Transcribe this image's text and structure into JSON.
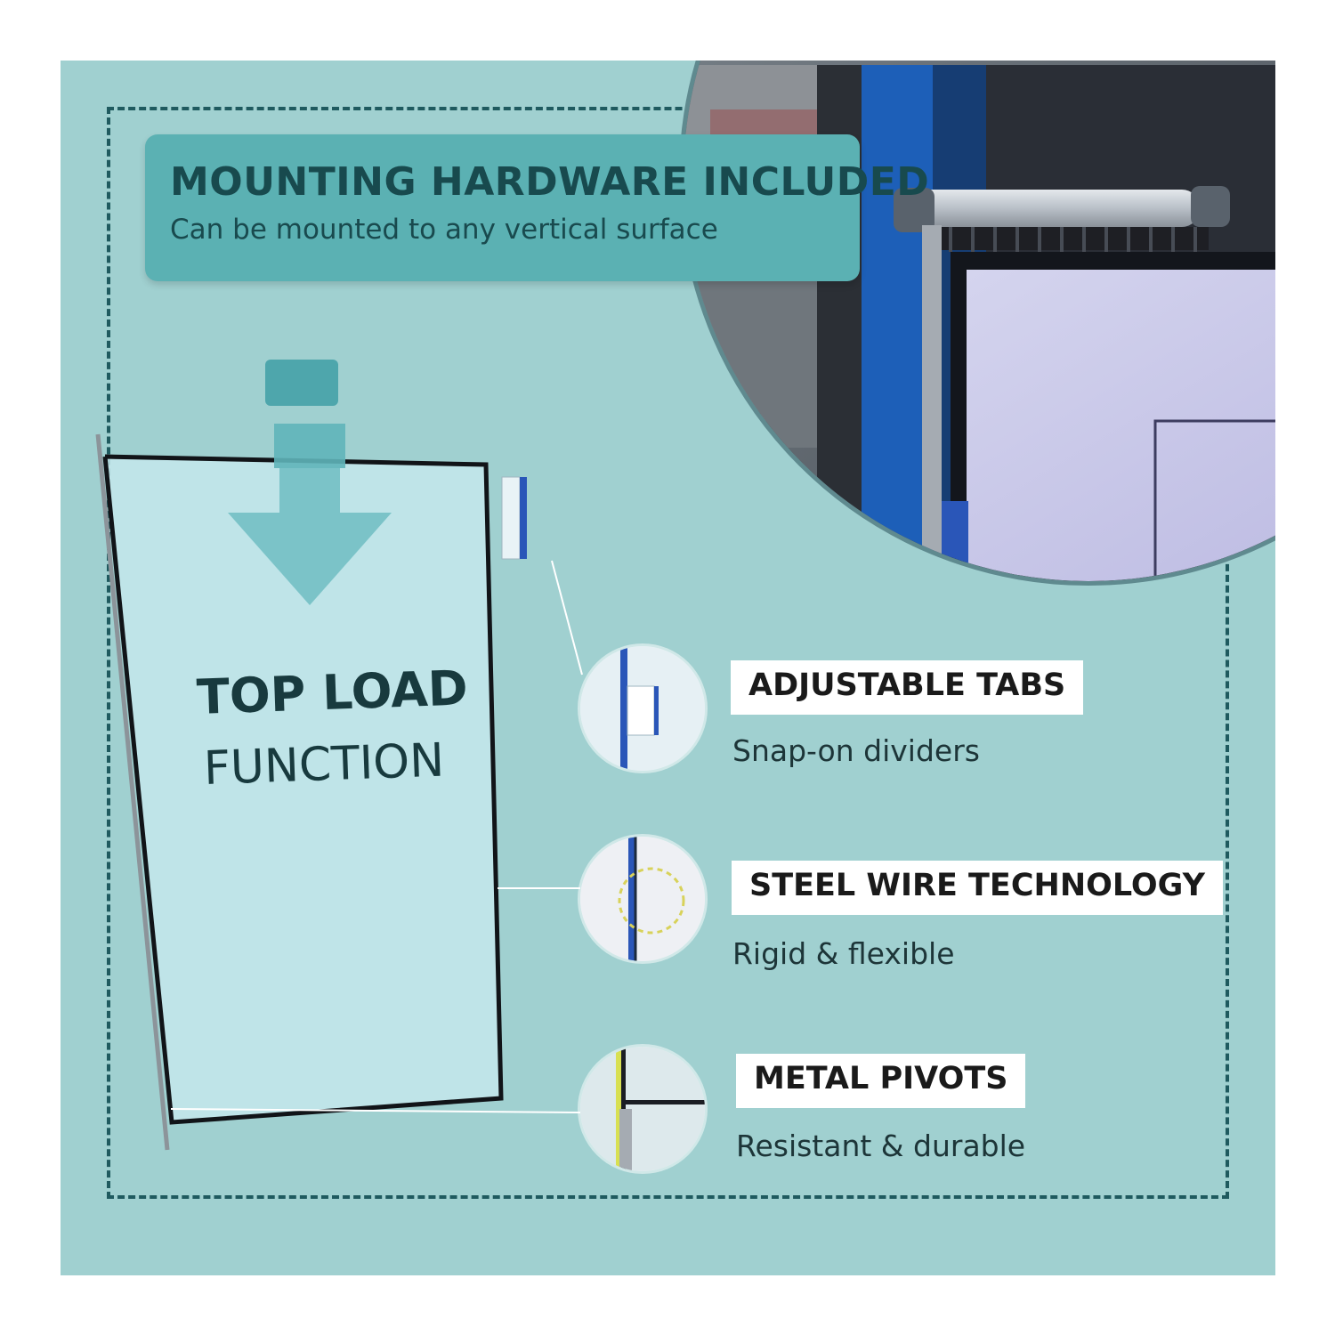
{
  "banner": {
    "title": "MOUNTING HARDWARE INCLUDED",
    "subtitle": "Can be mounted to any vertical surface"
  },
  "sleeve": {
    "line1": "TOP LOAD",
    "line2": "FUNCTION"
  },
  "features": [
    {
      "title": "ADJUSTABLE TABS",
      "subtitle": "Snap-on dividers",
      "icon": "tab-closeup-icon"
    },
    {
      "title": "STEEL WIRE TECHNOLOGY",
      "subtitle": "Rigid & flexible",
      "icon": "wire-closeup-icon"
    },
    {
      "title": "METAL PIVOTS",
      "subtitle": "Resistant & durable",
      "icon": "pivot-closeup-icon"
    }
  ],
  "colors": {
    "background": "#a0d0d0",
    "banner": "#5bb1b3",
    "dashed_border": "#1f5a5f",
    "label_text": "#1a1a1a",
    "tab_blue": "#2a56b8"
  }
}
